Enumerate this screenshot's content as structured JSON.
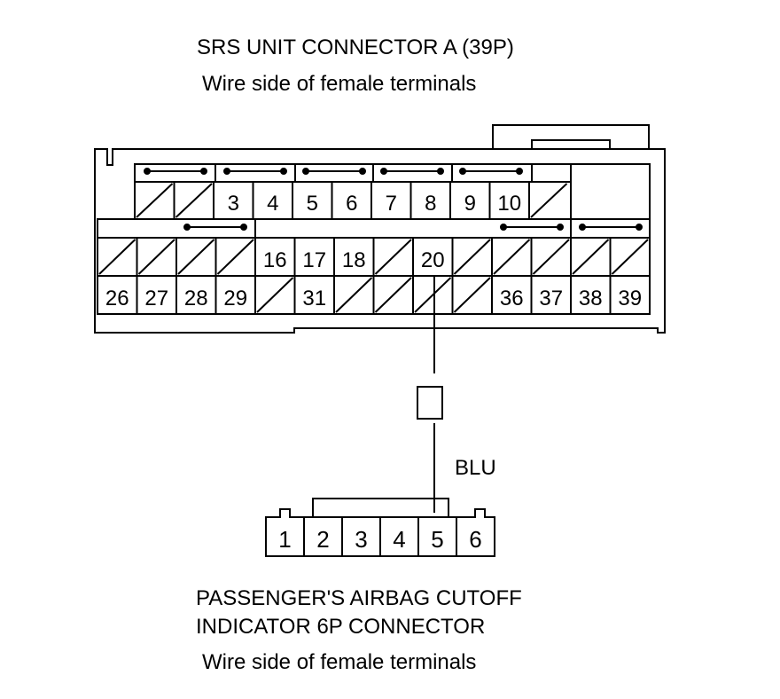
{
  "top_connector": {
    "title": "SRS UNIT CONNECTOR A (39P)",
    "subtitle": "Wire side of female terminals",
    "rows": [
      [
        {
          "label": ""
        },
        {
          "label": ""
        },
        {
          "label": "3"
        },
        {
          "label": "4"
        },
        {
          "label": "5"
        },
        {
          "label": "6"
        },
        {
          "label": "7"
        },
        {
          "label": "8"
        },
        {
          "label": "9"
        },
        {
          "label": "10"
        },
        {
          "label": ""
        }
      ],
      [
        {
          "label": ""
        },
        {
          "label": ""
        },
        {
          "label": ""
        },
        {
          "label": ""
        },
        {
          "label": "16"
        },
        {
          "label": "17"
        },
        {
          "label": "18"
        },
        {
          "label": ""
        },
        {
          "label": "20"
        },
        {
          "label": ""
        },
        {
          "label": ""
        },
        {
          "label": ""
        },
        {
          "label": ""
        },
        {
          "label": ""
        }
      ],
      [
        {
          "label": "26"
        },
        {
          "label": "27"
        },
        {
          "label": "28"
        },
        {
          "label": "29"
        },
        {
          "label": ""
        },
        {
          "label": "31"
        },
        {
          "label": ""
        },
        {
          "label": ""
        },
        {
          "label": ""
        },
        {
          "label": ""
        },
        {
          "label": "36"
        },
        {
          "label": "37"
        },
        {
          "label": "38"
        },
        {
          "label": "39"
        }
      ]
    ]
  },
  "wire": {
    "color_label": "BLU"
  },
  "bottom_connector": {
    "title_line1": "PASSENGER'S AIRBAG CUTOFF",
    "title_line2": "INDICATOR 6P CONNECTOR",
    "subtitle": "Wire side of female terminals",
    "pins": [
      "1",
      "2",
      "3",
      "4",
      "5",
      "6"
    ]
  }
}
